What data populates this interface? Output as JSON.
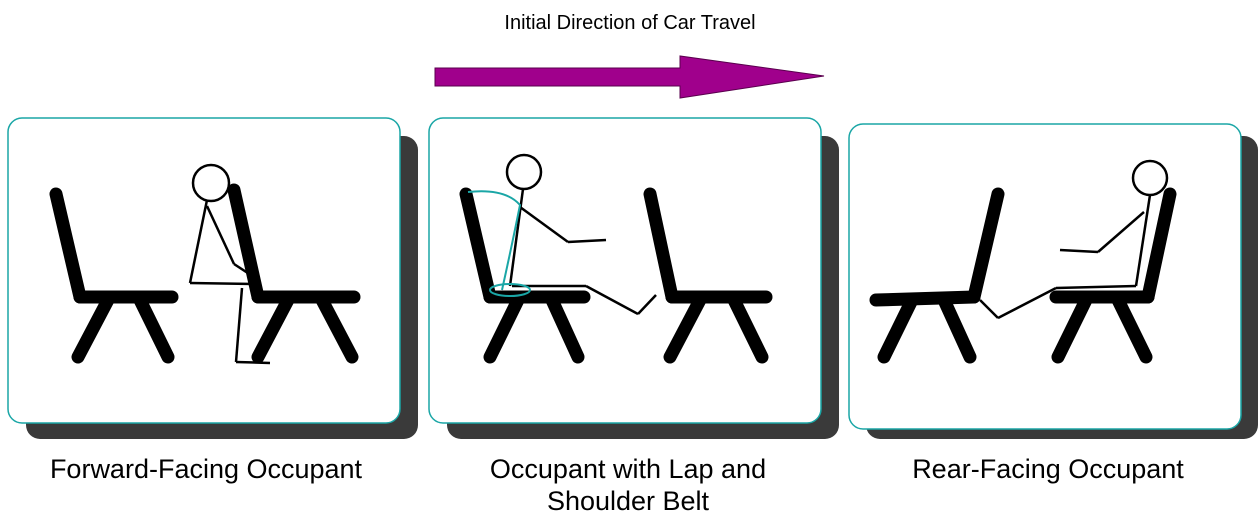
{
  "diagram": {
    "direction_label": "Initial Direction of Car Travel",
    "arrow_color": "#a0008c",
    "panel_border_color": "#1aa6a6",
    "belt_color": "#1aa6a6",
    "shadow_color": "#3a3a3a",
    "panels": [
      {
        "caption": "Forward-Facing Occupant"
      },
      {
        "caption_line1": "Occupant with Lap and",
        "caption_line2": "Shoulder Belt"
      },
      {
        "caption": "Rear-Facing Occupant"
      }
    ]
  }
}
